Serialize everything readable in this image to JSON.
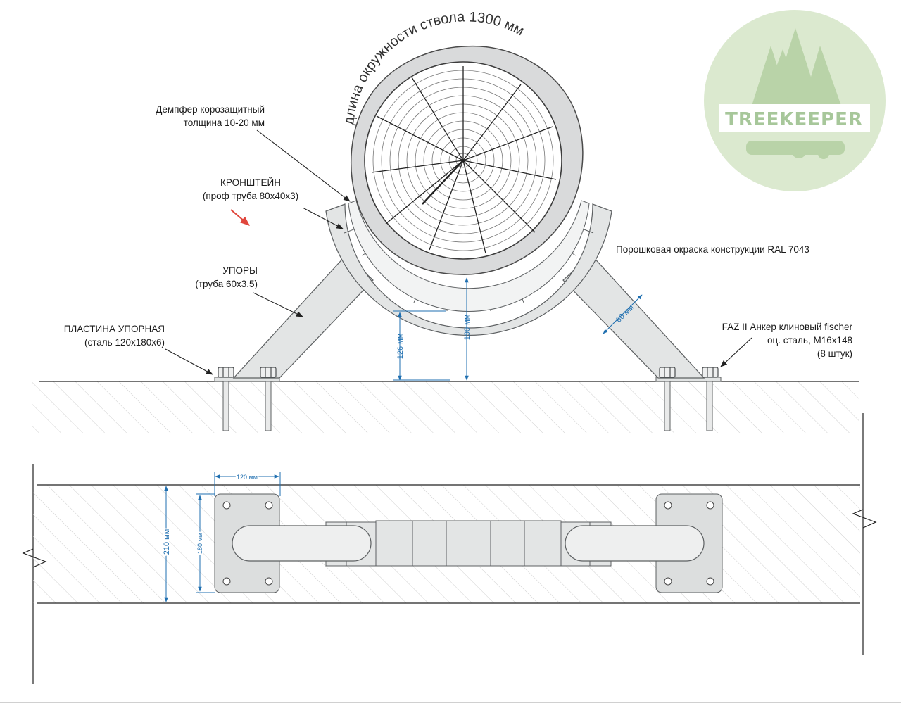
{
  "logo": {
    "text": "TREEKEEPER",
    "colors": {
      "bg": "#dbe9cf",
      "tree": "#b9d3a8",
      "text": "#a7c79a",
      "band": "#ffffff"
    }
  },
  "labels": {
    "circumference": "длина окружности ствола 1300 мм",
    "damper_line1": "Демпфер корозащитный",
    "damper_line2": "толщина 10-20 мм",
    "bracket_line1": "КРОНШТЕЙН",
    "bracket_line2": "(проф труба 80х40х3)",
    "supports_line1": "УПОРЫ",
    "supports_line2": "(труба 60х3.5)",
    "plate_line1": "ПЛАСТИНА УПОРНАЯ",
    "plate_line2": "(сталь 120х180х6)",
    "paint": "Порошковая окраска конструкции  RAL 7043",
    "anchor_line1": "FAZ II Анкер клиновый fischer",
    "anchor_line2": "оц. сталь, М16х148",
    "anchor_line3": "(8 штук)"
  },
  "dimensions": {
    "height_126": "126 мм",
    "height_190": "190 мм",
    "tube_60": "60 мм",
    "plate_width_120": "120 мм",
    "plate_height_180": "180 мм",
    "span_210": "210 мм"
  },
  "colors": {
    "steel": "#e2e4e4",
    "steel_stroke": "#5d6062",
    "dimension": "#1f6fb0",
    "arrow_red": "#e0463c",
    "hatch": "#c7c7c7",
    "line": "#222222"
  }
}
